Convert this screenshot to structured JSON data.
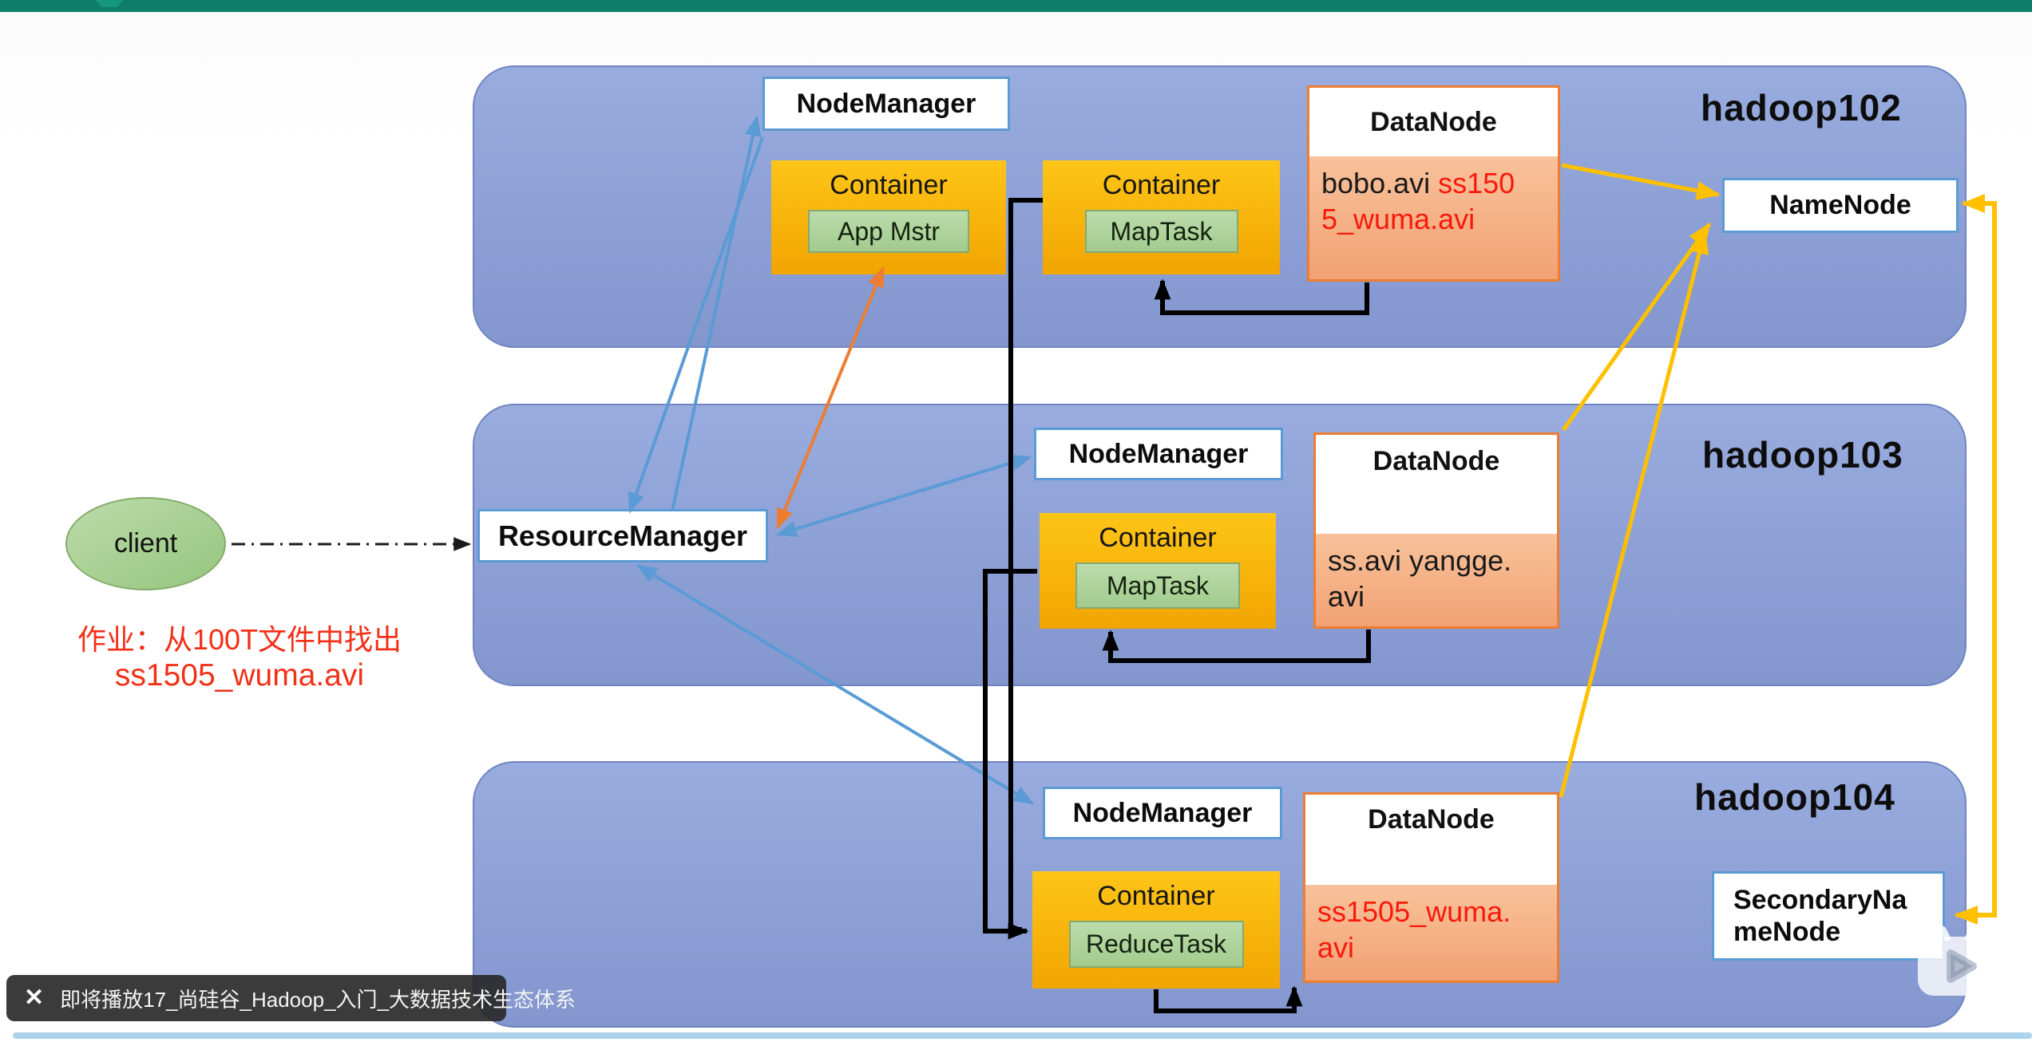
{
  "top_bar": {
    "color": "#0E7E6C"
  },
  "client": {
    "label": "client"
  },
  "job_note": {
    "line1": "作业：从100T文件中找出",
    "line2": "ss1505_wuma.avi"
  },
  "boxes": {
    "resource_manager": "ResourceManager",
    "name_node": "NameNode",
    "secondary_name_node": "SecondaryNameNode"
  },
  "hosts": [
    {
      "name": "hadoop102",
      "node_manager": "NodeManager",
      "containers": [
        {
          "title": "Container",
          "task": "App Mstr"
        },
        {
          "title": "Container",
          "task": "MapTask"
        }
      ],
      "data_node": {
        "title": "DataNode",
        "files": [
          {
            "name": "bobo.avi",
            "emphasis": "normal"
          },
          {
            "name": "ss1505_wuma.avi",
            "emphasis": "red"
          }
        ]
      }
    },
    {
      "name": "hadoop103",
      "node_manager": "NodeManager",
      "containers": [
        {
          "title": "Container",
          "task": "MapTask"
        }
      ],
      "data_node": {
        "title": "DataNode",
        "files": [
          {
            "name": "ss.avi",
            "emphasis": "normal"
          },
          {
            "name": "yangge.avi",
            "emphasis": "normal"
          }
        ]
      }
    },
    {
      "name": "hadoop104",
      "node_manager": "NodeManager",
      "containers": [
        {
          "title": "Container",
          "task": "ReduceTask"
        }
      ],
      "data_node": {
        "title": "DataNode",
        "files": [
          {
            "name": "ss1505_wuma.avi",
            "emphasis": "red"
          }
        ]
      }
    }
  ],
  "player": {
    "toast_text": "即将播放17_尚硅谷_Hadoop_入门_大数据技术生态体系",
    "close_icon": "✕"
  },
  "colors": {
    "host_fill": "#8FA3D6",
    "container_fill": "#FBB917",
    "task_fill": "#A9D18E",
    "datanode_border": "#ED7D31",
    "box_border": "#5B9BD5",
    "arrow_blue": "#5B9BD5",
    "arrow_orange": "#ED7D31",
    "arrow_yellow": "#FFC000",
    "note_red": "#F23018",
    "progress_bar": "#ABD3EB"
  }
}
